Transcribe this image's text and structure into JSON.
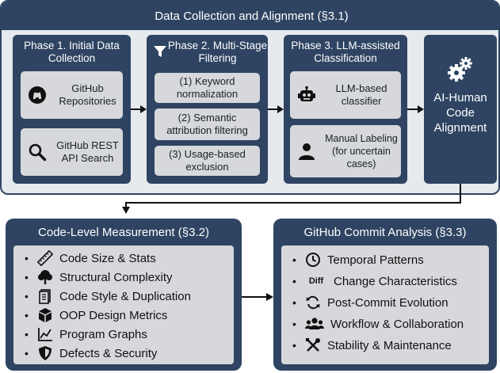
{
  "top": {
    "banner": "Data Collection and Alignment (§3.1)",
    "phase1": {
      "title": "Phase 1. Initial Data Collection",
      "items": [
        {
          "icon": "github-icon",
          "label": "GitHub Repositories"
        },
        {
          "icon": "search-icon",
          "label": "GitHub REST API Search"
        }
      ]
    },
    "phase2": {
      "title": "Phase 2. Multi-Stage Filtering",
      "icon": "filter-icon",
      "items": [
        {
          "label": "(1) Keyword normalization"
        },
        {
          "label": "(2) Semantic attribution filtering"
        },
        {
          "label": "(3) Usage-based exclusion"
        }
      ]
    },
    "phase3": {
      "title": "Phase 3. LLM-assisted Classification",
      "items": [
        {
          "icon": "robot-icon",
          "label": "LLM-based classifier"
        },
        {
          "icon": "person-icon",
          "label": "Manual Labeling (for uncertain cases)"
        }
      ]
    },
    "alignment": {
      "icon": "gears-icon",
      "label": "AI-Human Code Alignment"
    }
  },
  "code_level": {
    "title": "Code-Level Measurement (§3.2)",
    "items": [
      {
        "icon": "ruler-icon",
        "label": "Code Size & Stats"
      },
      {
        "icon": "tree-icon",
        "label": "Structural Complexity"
      },
      {
        "icon": "document-icon",
        "label": "Code Style & Duplication"
      },
      {
        "icon": "cube-icon",
        "label": "OOP Design Metrics"
      },
      {
        "icon": "graph-icon",
        "label": "Program Graphs"
      },
      {
        "icon": "shield-icon",
        "label": "Defects & Security"
      }
    ]
  },
  "commit": {
    "title": "GitHub Commit Analysis (§3.3)",
    "items": [
      {
        "icon": "clock-icon",
        "label": "Temporal Patterns"
      },
      {
        "icon": "diff-icon",
        "icon_text": "Diff",
        "label": "Change Characteristics"
      },
      {
        "icon": "refresh-icon",
        "label": "Post-Commit Evolution"
      },
      {
        "icon": "group-icon",
        "label": "Workflow & Collaboration"
      },
      {
        "icon": "tools-icon",
        "label": "Stability & Maintenance"
      }
    ]
  },
  "colors": {
    "navy": "#2e4462",
    "panel": "#d6d8db",
    "background": "#e6e9ee"
  },
  "bullet": "•"
}
